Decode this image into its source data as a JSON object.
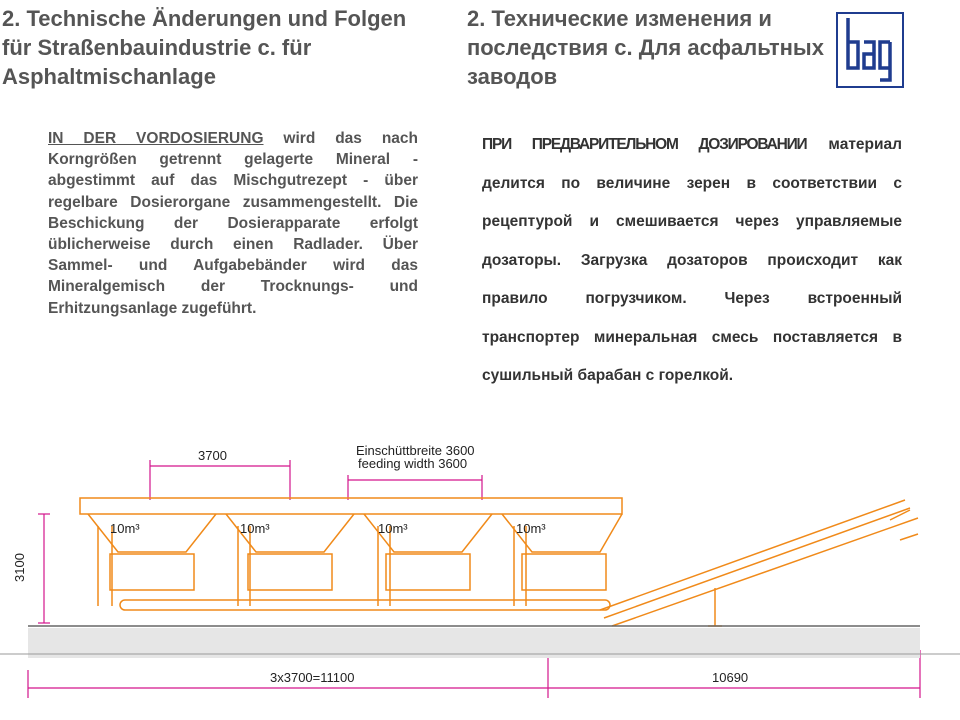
{
  "header": {
    "title_de": "2. Technische Änderungen und Folgen für Straßenbauindustrie c. für Asphaltmischanlage",
    "title_ru": "2. Технические изменения и последствия с. Для асфальтных заводов",
    "logo_text": "bag"
  },
  "body_de": {
    "lead": "IN DER VORDOSIERUNG",
    "text": " wird das nach Korngrößen getrennt gelagerte Mineral - abgestimmt auf das Mischgutrezept - über regelbare Dosierorgane zusammengestellt. Die Beschickung der Dosierapparate erfolgt üblicherweise durch einen Radlader. Über Sammel- und Aufgabebänder wird das Mineralgemisch der Trocknungs- und Erhitzungsanlage zugeführt."
  },
  "body_ru": {
    "lead": "ПРИ ПРЕДВАРИТЕЛЬНОМ ДОЗИРОВАНИИ",
    "text": " материал делится по величине зерен в соответствии с рецептурой и смешивается через управляемые дозаторы. Загрузка дозаторов происходит как правило погрузчиком. Через встроенный транспортер минеральная смесь поставляется в сушильный барабан с горелкой."
  },
  "drawing": {
    "dim_top_left": "3700",
    "feed_label_1": "Einschüttbreite 3600",
    "feed_label_2": "feeding width 3600",
    "dim_height": "3100",
    "bin_volume": "10m³",
    "dim_bottom_left": "3x3700=11100",
    "dim_bottom_right": "10690",
    "colors": {
      "drawing": "#f08a1a",
      "dimension": "#d3158c",
      "ground": "#999999"
    }
  }
}
